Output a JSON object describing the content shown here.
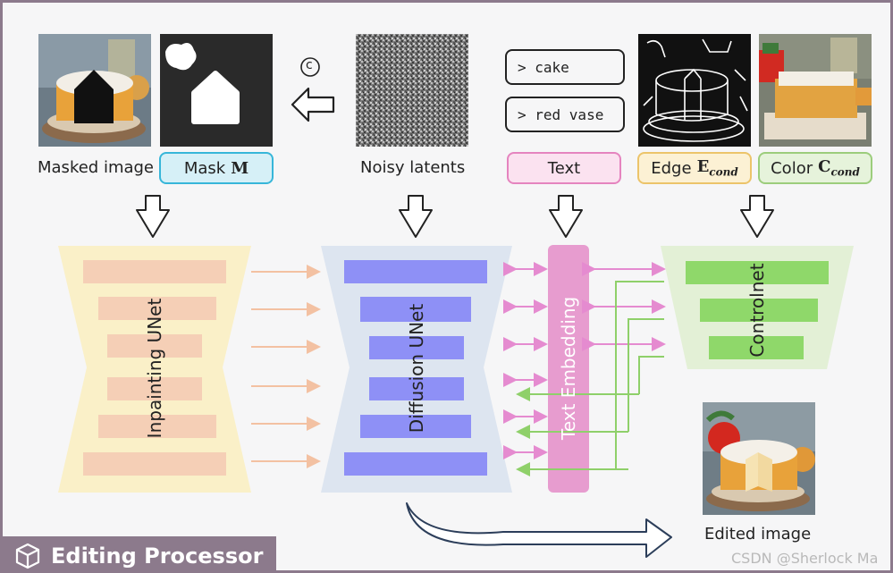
{
  "inputs": {
    "masked_image": "Masked image",
    "mask_name": "Mask",
    "mask_symbol": "M",
    "noisy_latents": "Noisy latents",
    "text_tag": "Text",
    "edge_name": "Edge",
    "edge_symbol": "E",
    "color_name": "Color",
    "color_symbol": "C",
    "cond_subscript": "cond",
    "concat_symbol": "c"
  },
  "prompts": [
    "> cake",
    "> red vase"
  ],
  "networks": {
    "inpainting": "Inpainting UNet",
    "diffusion": "Diffusion UNet",
    "text_embedding": "Text Embedding",
    "controlnet": "Controlnet"
  },
  "output": {
    "edited_image": "Edited image"
  },
  "banner": {
    "title": "Editing Processor"
  },
  "watermark": "CSDN @Sherlock  Ma",
  "colors": {
    "mask_tag": "#37b6d9",
    "text_tag": "#e584bf",
    "edge_tag": "#ecc46a",
    "color_tag": "#9ccd7c",
    "inpaint_bg": "#faf0c8",
    "inpaint_block": "#f5cfb6",
    "diffusion_bg": "#dde5f0",
    "diffusion_block": "#8e90f6",
    "text_bar": "#e79ccf",
    "controlnet_bg": "#e3f0d6",
    "controlnet_block": "#8fd86a",
    "banner": "#8c7a8c"
  }
}
